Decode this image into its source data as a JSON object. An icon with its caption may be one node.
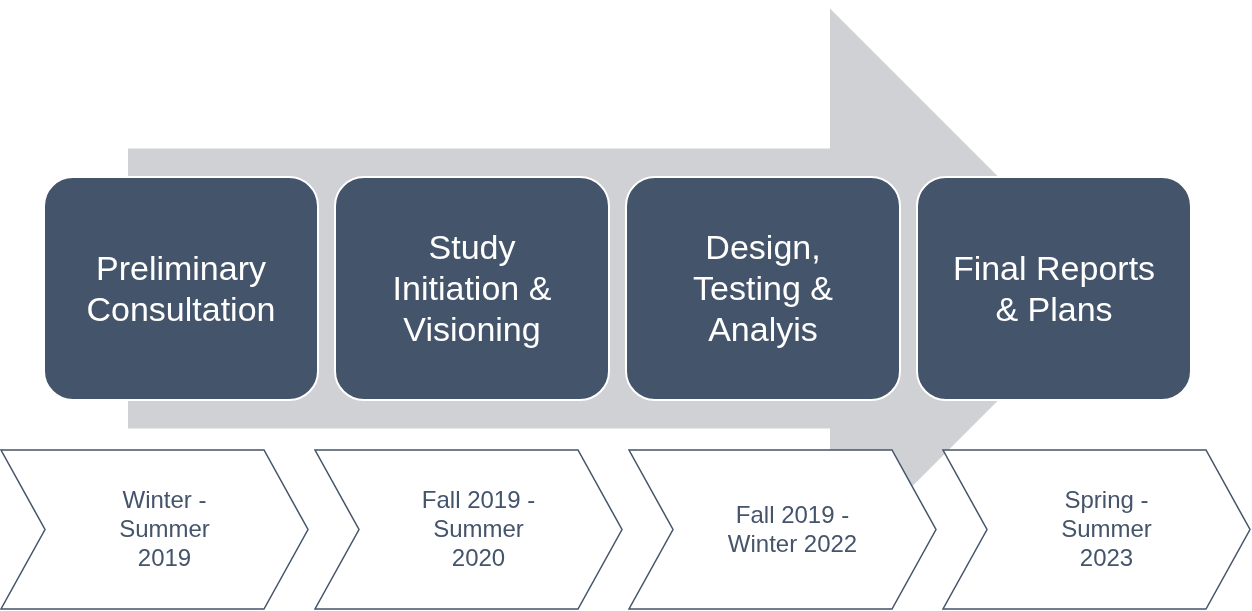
{
  "diagram": {
    "nodes": [
      {
        "text": [
          "Preliminary Consultation"
        ]
      },
      {
        "text": [
          "Study Initiation & Visioning"
        ]
      },
      {
        "text": [
          "Design, Testing & Analyis"
        ]
      },
      {
        "text": [
          "Final Reports & Plans"
        ]
      },
      {
        "text": [
          "Winter - Summer 2019"
        ]
      },
      {
        "text": [
          "Fall 2019 - Summer 2020"
        ]
      },
      {
        "text": [
          "Fall 2019 - Winter 2022"
        ]
      },
      {
        "text": [
          "Spring - Summer 2023"
        ]
      }
    ],
    "edges": [
      {
        "from": 0,
        "to": 3,
        "arrow": "to",
        "style": "thick",
        "color": "#d0d1d5"
      }
    ]
  }
}
